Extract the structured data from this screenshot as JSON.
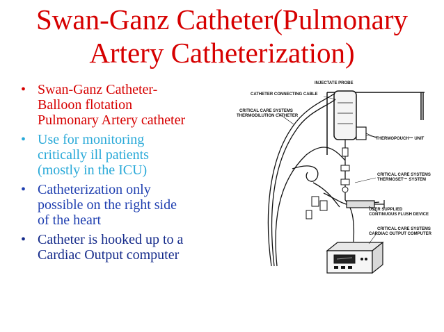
{
  "title": {
    "line1": "Swan-Ganz Catheter(Pulmonary",
    "line2": "Artery Catheterization)"
  },
  "bullets": [
    {
      "lines": [
        "Swan-Ganz Catheter-",
        "Balloon flotation",
        "Pulmonary Artery catheter"
      ],
      "color": "#d60000"
    },
    {
      "lines": [
        "Use for monitoring",
        "critically ill patients",
        "(mostly in the ICU)"
      ],
      "color": "#29a9d8"
    },
    {
      "lines": [
        "Catheterization only",
        "possible on the right side",
        "of the heart"
      ],
      "color": "#1f3fb0"
    },
    {
      "lines": [
        "Catheter is hooked up to a",
        "Cardiac Output computer"
      ],
      "color": "#142a8a"
    }
  ],
  "diagram": {
    "labels": {
      "injectate_probe": "INJECTATE PROBE",
      "connecting_cable": "CATHETER CONNECTING CABLE",
      "thermodilution_1": "CRITICAL CARE SYSTEMS",
      "thermodilution_2": "THERMODILUTION CATHETER",
      "thermopouch": "THERMOPOUCH™ UNIT",
      "thermoset_1": "CRITICAL CARE SYSTEMS",
      "thermoset_2": "THERMOSET™ SYSTEM",
      "flush_1": "USER SUPPLIED",
      "flush_2": "CONTINUOUS FLUSH DEVICE",
      "computer_1": "CRITICAL CARE SYSTEMS",
      "computer_2": "CARDIAC OUTPUT COMPUTER"
    }
  }
}
